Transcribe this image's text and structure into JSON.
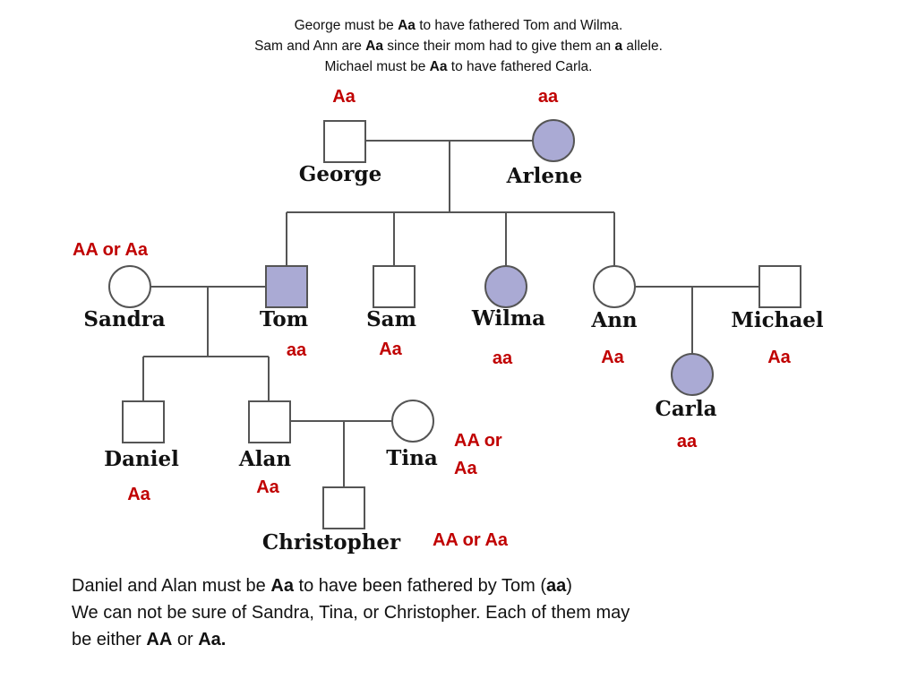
{
  "header": {
    "line1": {
      "pre": "George must be ",
      "bold": "Aa",
      "post": " to have fathered Tom and Wilma."
    },
    "line2": {
      "pre": "Sam and Ann are ",
      "bold": "Aa",
      "mid": " since their mom had to give them an ",
      "bold2": "a",
      "post": " allele."
    },
    "line3": {
      "pre": "Michael must be ",
      "bold": "Aa",
      "post": " to have fathered Carla."
    }
  },
  "colors": {
    "affected": "#aaaad4",
    "unaffected": "#ffffff",
    "genotype": "#c00000",
    "line": "#555555"
  },
  "people": {
    "george": {
      "name": "George",
      "genotype": "Aa",
      "sex": "male",
      "affected": false
    },
    "arlene": {
      "name": "Arlene",
      "genotype": "aa",
      "sex": "female",
      "affected": true
    },
    "sandra": {
      "name": "Sandra",
      "genotype": "AA or Aa",
      "sex": "female",
      "affected": false
    },
    "tom": {
      "name": "Tom",
      "genotype": "aa",
      "sex": "male",
      "affected": true
    },
    "sam": {
      "name": "Sam",
      "genotype": "Aa",
      "sex": "male",
      "affected": false
    },
    "wilma": {
      "name": "Wilma",
      "genotype": "aa",
      "sex": "female",
      "affected": true
    },
    "ann": {
      "name": "Ann",
      "genotype": "Aa",
      "sex": "female",
      "affected": false
    },
    "michael": {
      "name": "Michael",
      "genotype": "Aa",
      "sex": "male",
      "affected": false
    },
    "carla": {
      "name": "Carla",
      "genotype": "aa",
      "sex": "female",
      "affected": true
    },
    "daniel": {
      "name": "Daniel",
      "genotype": "Aa",
      "sex": "male",
      "affected": false
    },
    "alan": {
      "name": "Alan",
      "genotype": "Aa",
      "sex": "male",
      "affected": false
    },
    "tina": {
      "name": "Tina",
      "genotype_l1": "AA or",
      "genotype_l2": "Aa",
      "sex": "female",
      "affected": false
    },
    "christopher": {
      "name": "Christopher",
      "genotype": "AA or Aa",
      "sex": "male",
      "affected": false
    }
  },
  "footer": {
    "line1": {
      "pre": "Daniel and Alan must be ",
      "bold": "Aa",
      "mid": " to have been fathered by Tom (",
      "bold2": "aa",
      "post": ")"
    },
    "line2": "We can not be sure of Sandra, Tina, or Christopher. Each of them may",
    "line3": {
      "pre": "be either ",
      "bold": "AA",
      "mid": " or ",
      "bold2": "Aa."
    }
  }
}
